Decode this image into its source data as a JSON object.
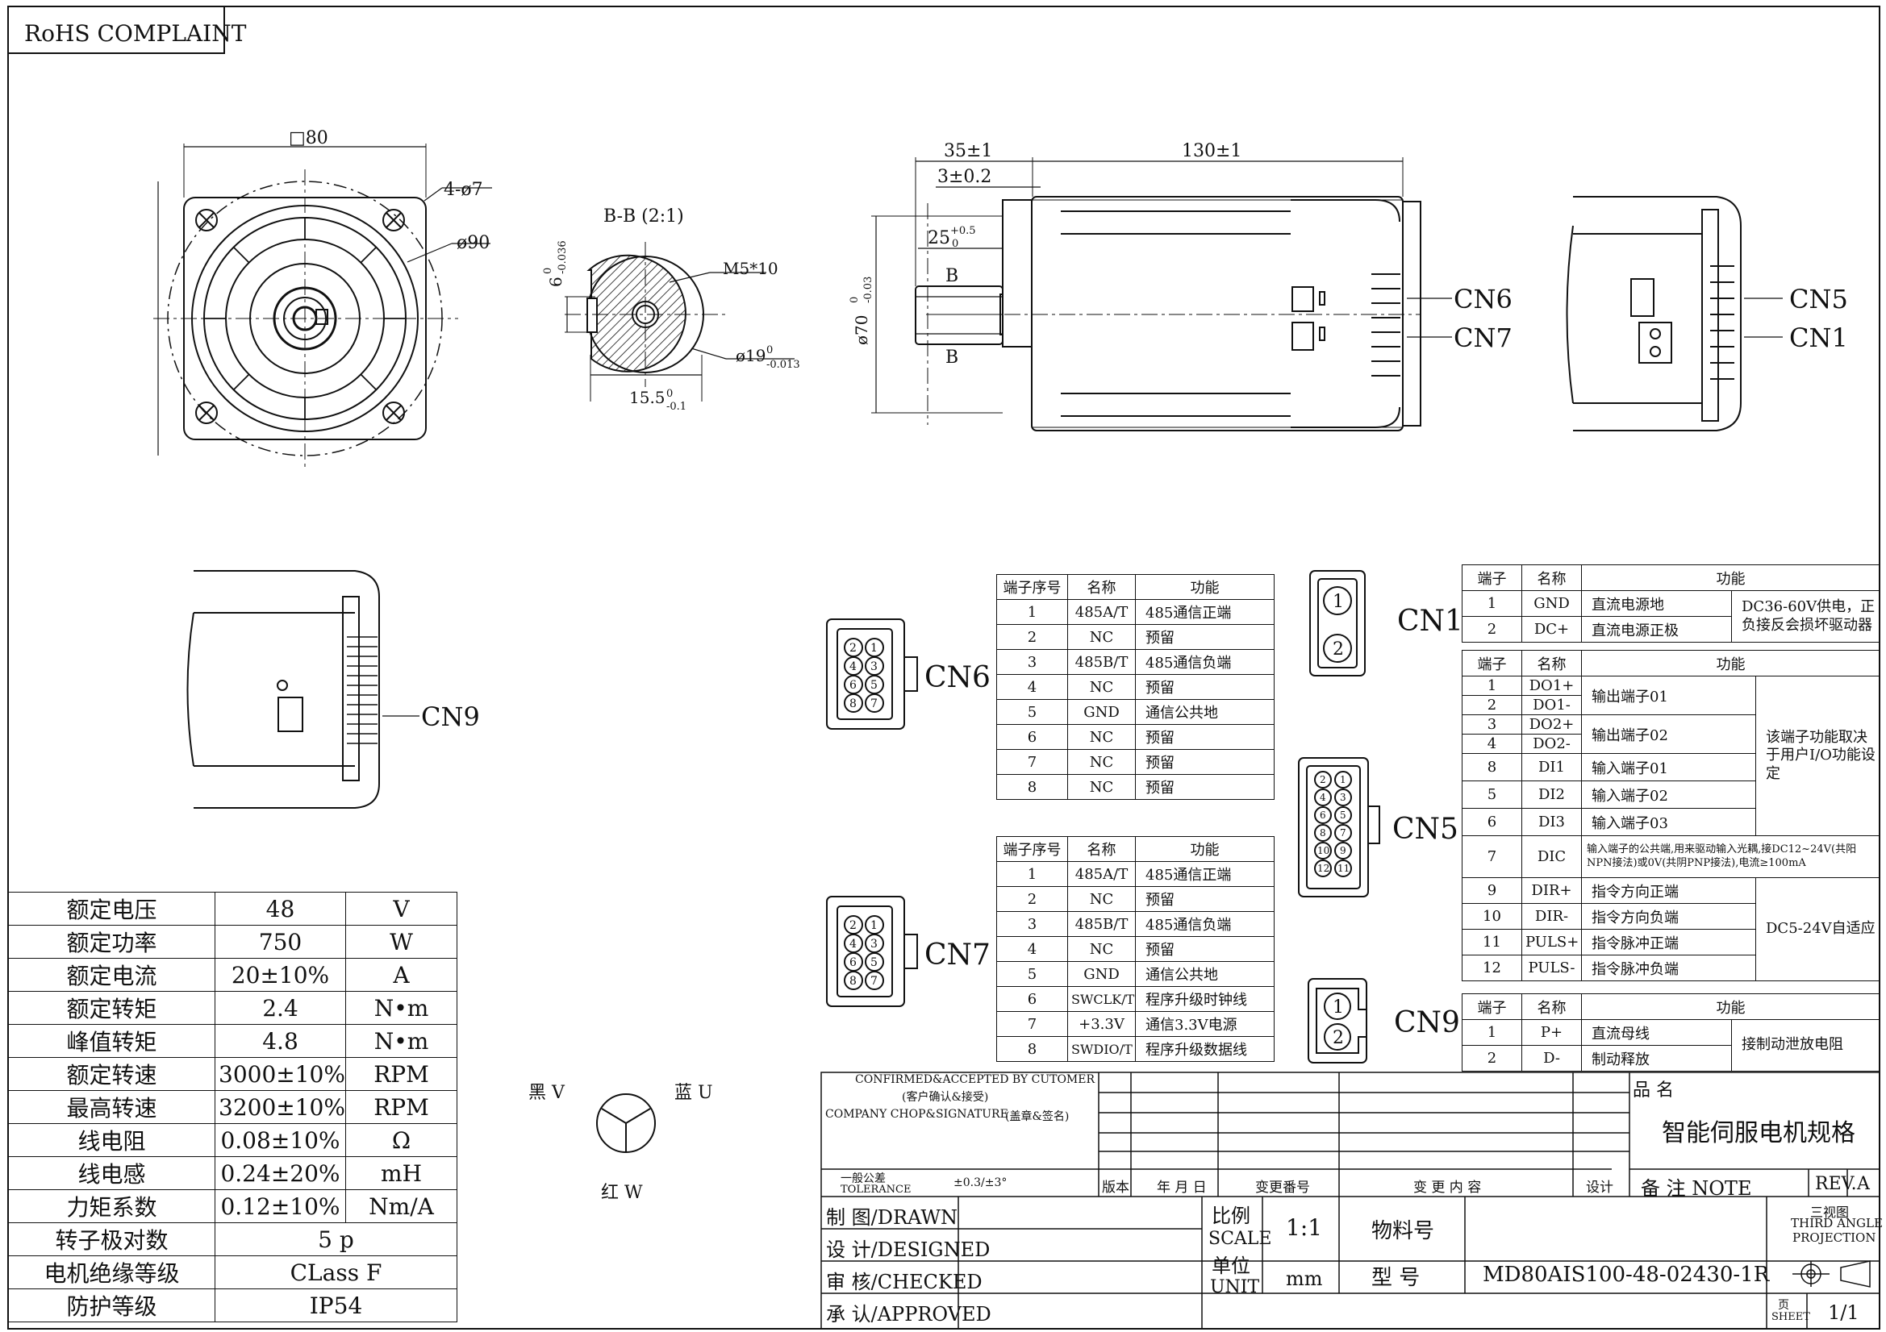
{
  "rohs": "RoHS COMPLAINT",
  "front_view": {
    "dim_square": "□80",
    "holes": "4-ø7",
    "pcd": "ø90"
  },
  "section": {
    "title": "B-B (2:1)",
    "key_width": "6",
    "key_tol_upper": "0",
    "key_tol_lower": "-0.036",
    "thread": "M5*10",
    "shaft_dia": "ø19",
    "shaft_tol_upper": "0",
    "shaft_tol_lower": "-0.013",
    "flat": "15.5",
    "flat_tol_upper": "0",
    "flat_tol_lower": "-0.1"
  },
  "side_view": {
    "dim_35": "35±1",
    "dim_130": "130±1",
    "dim_3": "3±0.2",
    "dim_25": "25",
    "dim_25_upper": "+0.5",
    "dim_25_lower": "0",
    "pilot": "ø70",
    "pilot_upper": "0",
    "pilot_lower": "-0.03",
    "b_top": "B",
    "b_bottom": "B",
    "cn6": "CN6",
    "cn7": "CN7"
  },
  "rear_view": {
    "cn5": "CN5",
    "cn1": "CN1"
  },
  "bottom_view": {
    "cn9": "CN9"
  },
  "connector_icons": {
    "cn1": "CN1",
    "cn5": "CN5",
    "cn6": "CN6",
    "cn7": "CN7",
    "cn9": "CN9",
    "cn1_pins": [
      "1",
      "2"
    ],
    "cn9_pins": [
      "1",
      "2"
    ],
    "cn6_pins": [
      "2",
      "1",
      "4",
      "3",
      "6",
      "5",
      "8",
      "7"
    ],
    "cn7_pins": [
      "2",
      "1",
      "4",
      "3",
      "6",
      "5",
      "8",
      "7"
    ],
    "cn5_pins": [
      "2",
      "1",
      "4",
      "3",
      "6",
      "5",
      "8",
      "7",
      "10",
      "9",
      "12",
      "11"
    ]
  },
  "phase": {
    "black": "黑 V",
    "blue": "蓝 U",
    "red": "红 W"
  },
  "spec": [
    {
      "name": "额定电压",
      "value": "48",
      "unit": "V"
    },
    {
      "name": "额定功率",
      "value": "750",
      "unit": "W"
    },
    {
      "name": "额定电流",
      "value": "20±10%",
      "unit": "A"
    },
    {
      "name": "额定转矩",
      "value": "2.4",
      "unit": "N•m"
    },
    {
      "name": "峰值转矩",
      "value": "4.8",
      "unit": "N•m"
    },
    {
      "name": "额定转速",
      "value": "3000±10%",
      "unit": "RPM"
    },
    {
      "name": "最高转速",
      "value": "3200±10%",
      "unit": "RPM"
    },
    {
      "name": "线电阻",
      "value": "0.08±10%",
      "unit": "Ω"
    },
    {
      "name": "线电感",
      "value": "0.24±20%",
      "unit": "mH"
    },
    {
      "name": "力矩系数",
      "value": "0.12±10%",
      "unit": "Nm/A"
    },
    {
      "name": "转子极对数",
      "value": "5 p",
      "unit": ""
    },
    {
      "name": "电机绝缘等级",
      "value": "CLass F",
      "unit": ""
    },
    {
      "name": "防护等级",
      "value": "IP54",
      "unit": ""
    }
  ],
  "cn6_table": {
    "headers": [
      "端子序号",
      "名称",
      "功能"
    ],
    "rows": [
      [
        "1",
        "485A/T",
        "485通信正端"
      ],
      [
        "2",
        "NC",
        "预留"
      ],
      [
        "3",
        "485B/T",
        "485通信负端"
      ],
      [
        "4",
        "NC",
        "预留"
      ],
      [
        "5",
        "GND",
        "通信公共地"
      ],
      [
        "6",
        "NC",
        "预留"
      ],
      [
        "7",
        "NC",
        "预留"
      ],
      [
        "8",
        "NC",
        "预留"
      ]
    ]
  },
  "cn7_table": {
    "headers": [
      "端子序号",
      "名称",
      "功能"
    ],
    "rows": [
      [
        "1",
        "485A/T",
        "485通信正端"
      ],
      [
        "2",
        "NC",
        "预留"
      ],
      [
        "3",
        "485B/T",
        "485通信负端"
      ],
      [
        "4",
        "NC",
        "预留"
      ],
      [
        "5",
        "GND",
        "通信公共地"
      ],
      [
        "6",
        "SWCLK/T",
        "程序升级时钟线"
      ],
      [
        "7",
        "+3.3V",
        "通信3.3V电源"
      ],
      [
        "8",
        "SWDIO/T",
        "程序升级数据线"
      ]
    ]
  },
  "cn1_table": {
    "headers": [
      "端子",
      "名称",
      "功能"
    ],
    "rows": [
      [
        "1",
        "GND",
        "直流电源地"
      ],
      [
        "2",
        "DC+",
        "直流电源正极"
      ]
    ],
    "note": "DC36-60V供电，正负接反会损坏驱动器"
  },
  "cn5_table": {
    "headers": [
      "端子",
      "名称",
      "功能"
    ],
    "r1": [
      "1",
      "DO1+"
    ],
    "r2": [
      "2",
      "DO1-"
    ],
    "out1": "输出端子01",
    "r3": [
      "3",
      "DO2+"
    ],
    "r4": [
      "4",
      "DO2-"
    ],
    "out2": "输出端子02",
    "r8": [
      "8",
      "DI1",
      "输入端子01"
    ],
    "r5": [
      "5",
      "DI2",
      "输入端子02"
    ],
    "r6": [
      "6",
      "DI3",
      "输入端子03"
    ],
    "io_note": "该端子功能取决于用户I/O功能设定",
    "r7": [
      "7",
      "DIC",
      "输入端子的公共端,用来驱动输入光耦,接DC12~24V(共阳NPN接法)或0V(共阴PNP接法),电流≥100mA"
    ],
    "r9": [
      "9",
      "DIR+",
      "指令方向正端"
    ],
    "r10": [
      "10",
      "DIR-",
      "指令方向负端"
    ],
    "r11": [
      "11",
      "PULS+",
      "指令脉冲正端"
    ],
    "r12": [
      "12",
      "PULS-",
      "指令脉冲负端"
    ],
    "pulse_note": "DC5-24V自适应"
  },
  "cn9_table": {
    "headers": [
      "端子",
      "名称",
      "功能"
    ],
    "rows": [
      [
        "1",
        "P+",
        "直流母线"
      ],
      [
        "2",
        "D-",
        "制动释放"
      ]
    ],
    "note": "接制动泄放电阻"
  },
  "title_block": {
    "confirmed": "CONFIRMED&ACCEPTED BY CUTOMER",
    "confirmed_cn": "(客户确认&接受)",
    "chop": "COMPANY CHOP&SIGNATURE",
    "chop_cn": "(盖章&签名)",
    "tol_cn": "一般公差",
    "tol_en": "TOLERANCE",
    "tol_val": "±0.3/±3°",
    "rev_headers": [
      "版本",
      "年 月 日",
      "变更番号",
      "变 更 内 容",
      "设计"
    ],
    "note": "备 注 NOTE",
    "rev_label": "REV.",
    "rev_value": "A",
    "product_label": "品 名",
    "product_name": "智能伺服电机规格",
    "drawn": "制 图/DRAWN",
    "designed": "设 计/DESIGNED",
    "checked": "审 核/CHECKED",
    "approved": "承 认/APPROVED",
    "scale_cn": "比例",
    "scale_en": "SCALE",
    "scale_value": "1:1",
    "unit_cn": "单位",
    "unit_en": "UNIT",
    "unit_value": "mm",
    "material_label": "物料号",
    "model_label": "型 号",
    "model_value": "MD80AIS100-48-02430-1R",
    "projection_cn": "三视图",
    "projection_en1": "THIRD ANGLE",
    "projection_en2": "PROJECTION",
    "sheet_cn": "页",
    "sheet_en": "SHEET",
    "sheet_value": "1/1"
  }
}
